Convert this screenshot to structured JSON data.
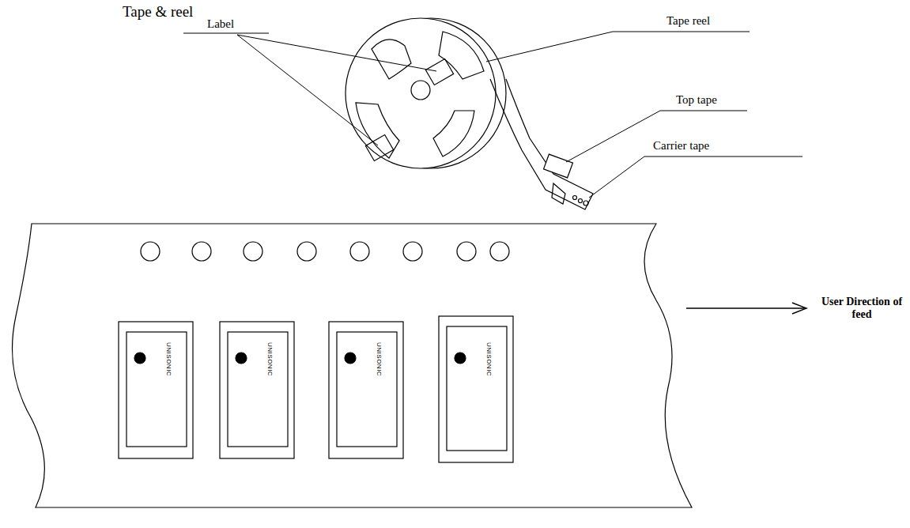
{
  "diagram": {
    "title": "Tape & reel",
    "labels": [
      "Label",
      "Tape reel",
      "Top tape",
      "Carrier tape",
      "UNISONIC",
      "UNISONIC",
      "UNISONIC",
      "UNISONIC",
      "User Direction of feed"
    ]
  }
}
